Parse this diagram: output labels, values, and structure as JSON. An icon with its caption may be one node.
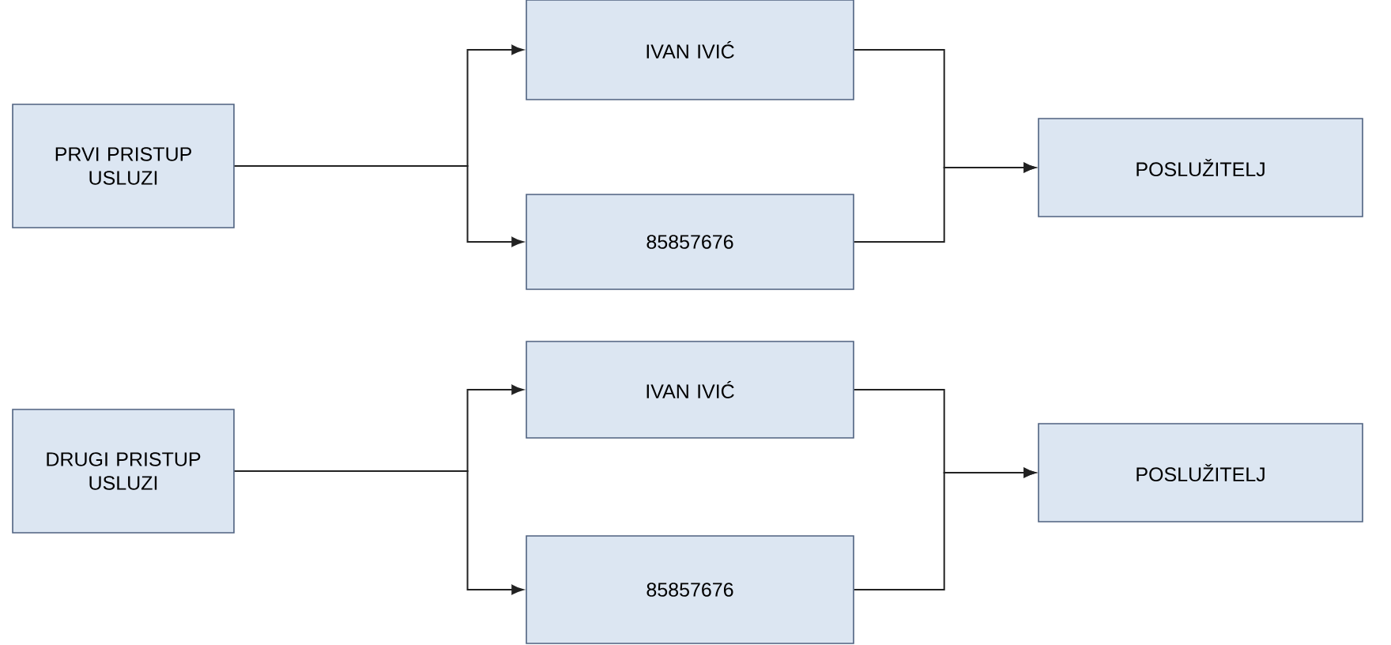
{
  "diagram": {
    "nodes": [
      {
        "text": [
          "PRVI PRISTUP USLUZI"
        ]
      },
      {
        "text": [
          "IVAN IVIĆ"
        ]
      },
      {
        "text": [
          "85857676"
        ]
      },
      {
        "text": [
          "POSLUŽITELJ"
        ]
      },
      {
        "text": [
          "DRUGI PRISTUP USLUZI"
        ]
      },
      {
        "text": [
          "IVAN IVIĆ"
        ]
      },
      {
        "text": [
          "85857676"
        ]
      },
      {
        "text": [
          "POSLUŽITELJ"
        ]
      }
    ],
    "edges": [
      {
        "from": 0,
        "to": 1,
        "arrow": "to"
      },
      {
        "from": 0,
        "to": 2,
        "arrow": "to"
      },
      {
        "from": 1,
        "to": 3,
        "arrow": "to"
      },
      {
        "from": 2,
        "to": 3,
        "arrow": "to"
      },
      {
        "from": 4,
        "to": 5,
        "arrow": "to"
      },
      {
        "from": 4,
        "to": 6,
        "arrow": "to"
      },
      {
        "from": 5,
        "to": 7,
        "arrow": "to"
      },
      {
        "from": 6,
        "to": 7,
        "arrow": "to"
      }
    ]
  }
}
